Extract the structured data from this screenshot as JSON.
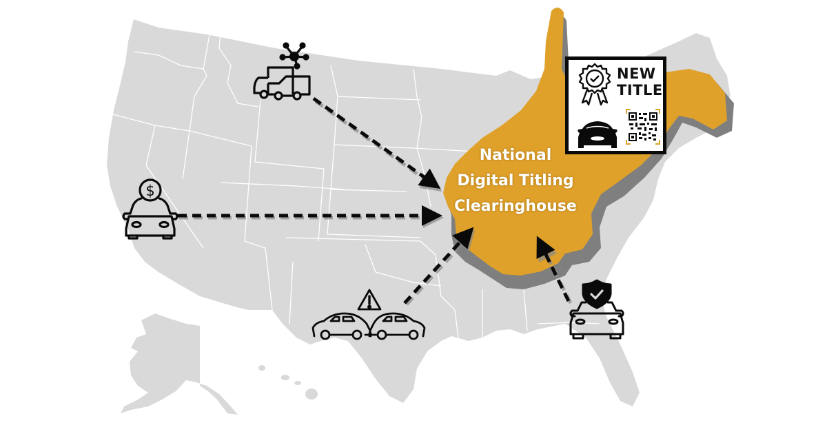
{
  "hub": {
    "lines": [
      "National",
      "Digital Titling",
      "Clearinghouse"
    ]
  },
  "title_card": {
    "lines": [
      "NEW",
      "TITLE"
    ],
    "icons": [
      "award-ribbon-icon",
      "car-front-icon",
      "qr-code-icon"
    ]
  },
  "sources": [
    {
      "id": "fleet",
      "icon": "fleet-trucks-network-icon",
      "region": "Montana / northern plains"
    },
    {
      "id": "auto-finance",
      "icon": "car-dollar-icon",
      "region": "California"
    },
    {
      "id": "collision",
      "icon": "car-collision-warning-icon",
      "region": "Texas"
    },
    {
      "id": "insurance",
      "icon": "car-shield-check-icon",
      "region": "Georgia"
    }
  ],
  "colors": {
    "map_fill": "#d9d9d9",
    "state_border": "#ffffff",
    "hub_fill": "#e0a12a",
    "hub_shadow": "#7f7f7f",
    "ink": "#0a0a0a",
    "qr_corner": "#e0a12a"
  }
}
